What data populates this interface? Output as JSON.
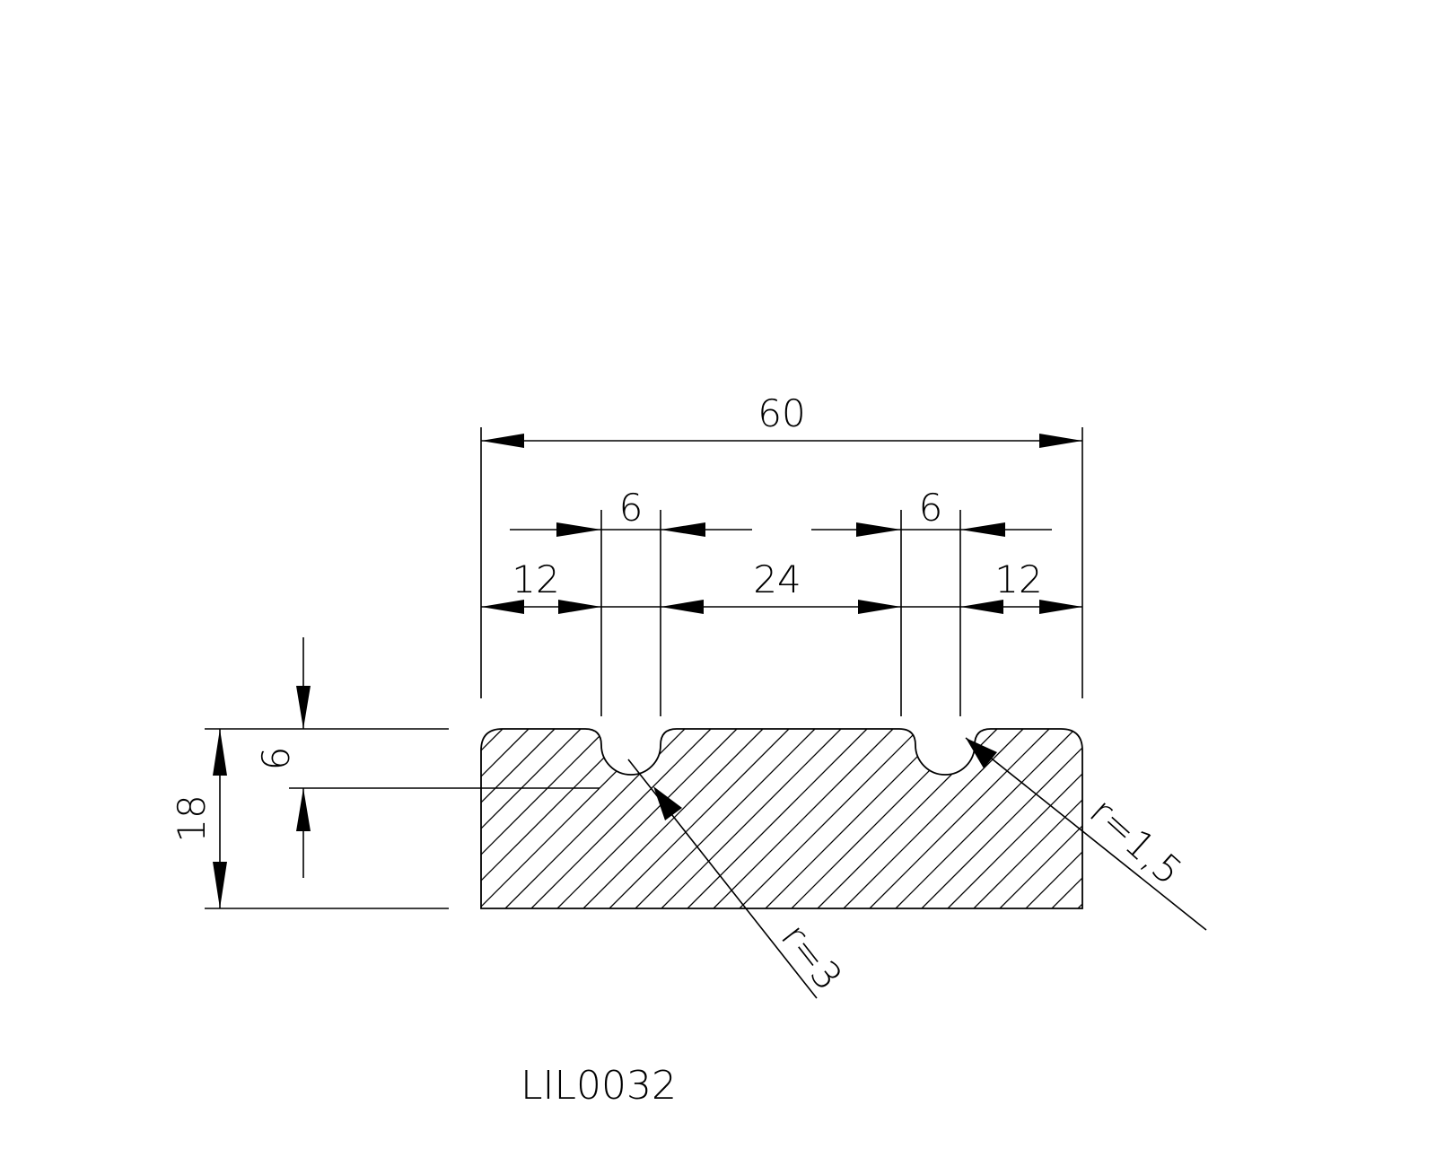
{
  "dimensions": {
    "overall_width": "60",
    "groove_width_left": "6",
    "groove_width_right": "6",
    "edge_left": "12",
    "center_spacing": "24",
    "edge_right": "12",
    "overall_height": "18",
    "groove_depth": "6",
    "groove_radius": "r=3",
    "corner_radius": "r=1,5"
  },
  "part_code": "LIL0032"
}
